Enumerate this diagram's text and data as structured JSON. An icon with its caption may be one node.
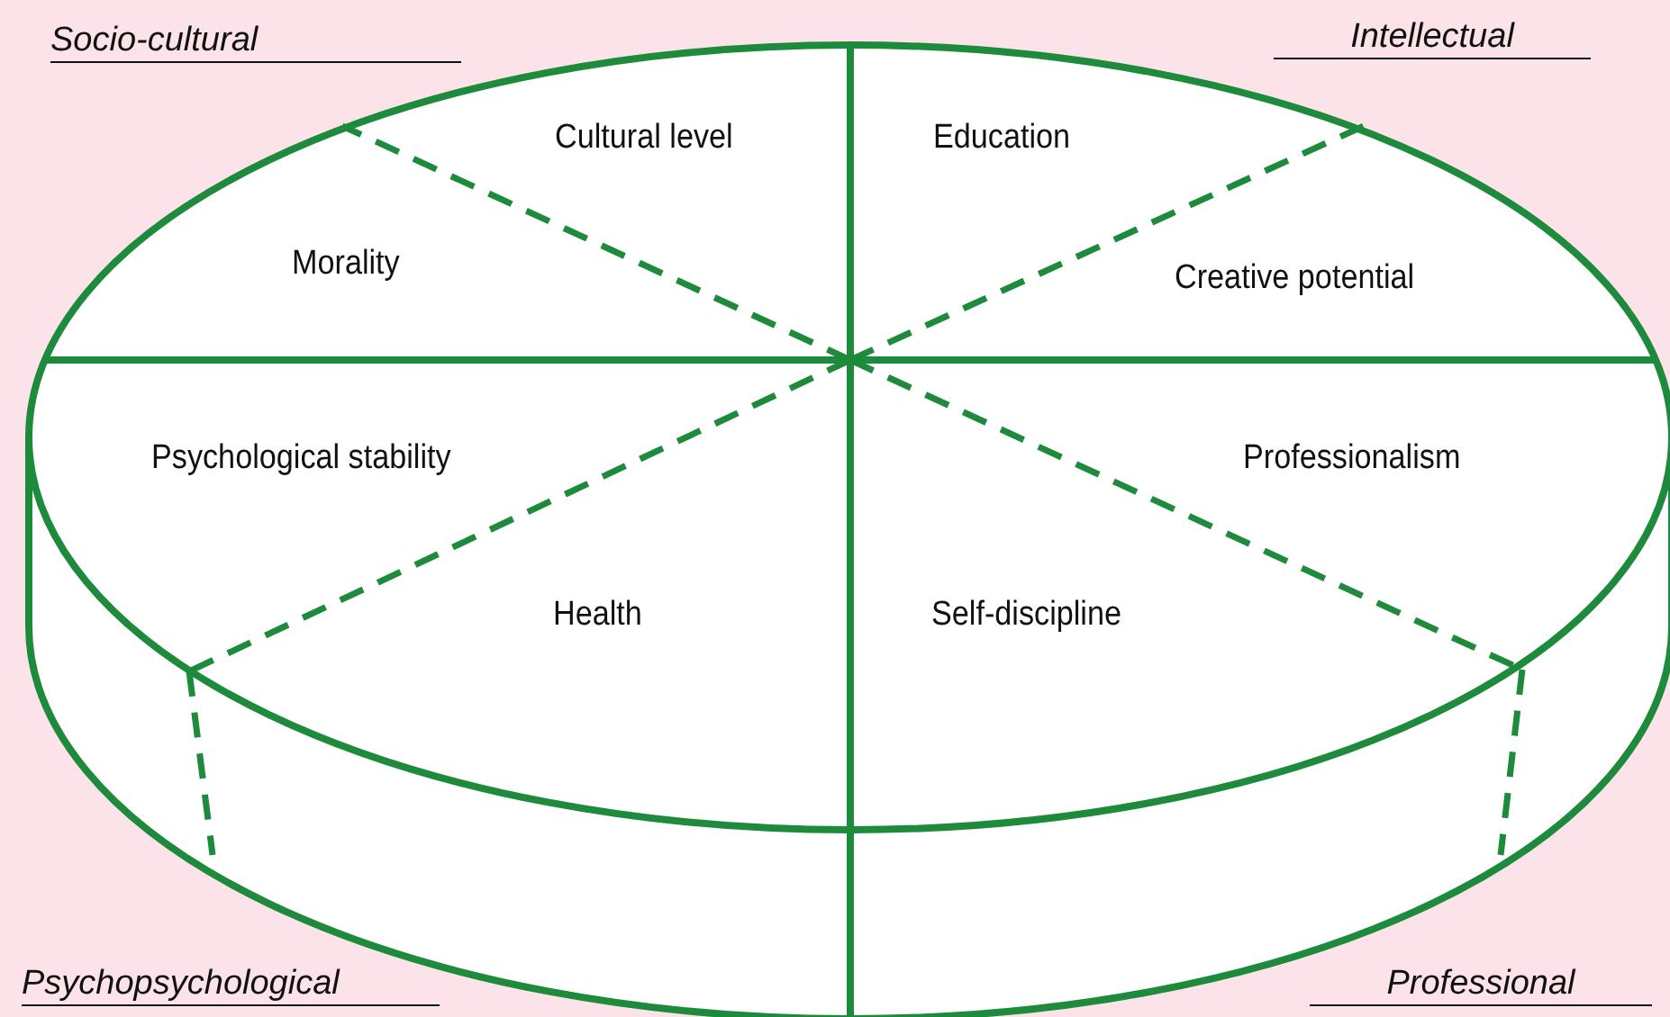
{
  "diagram": {
    "nodes": [
      {
        "text": [
          "Cultural level"
        ]
      },
      {
        "text": [
          "Education"
        ]
      },
      {
        "text": [
          "Morality"
        ]
      },
      {
        "text": [
          "Creative potential"
        ]
      },
      {
        "text": [
          "Psychological stability"
        ]
      },
      {
        "text": [
          "Professionalism"
        ]
      },
      {
        "text": [
          "Health"
        ]
      },
      {
        "text": [
          "Self-discipline"
        ]
      }
    ],
    "labels": [
      "Socio-cultural",
      "Intellectual",
      "Psychopsychological",
      "Professional"
    ]
  }
}
